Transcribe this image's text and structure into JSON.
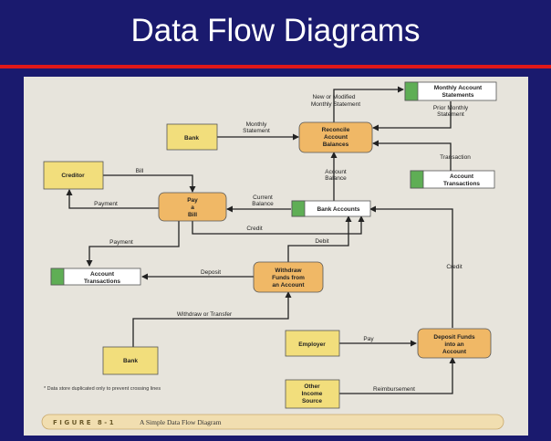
{
  "title": "Data Flow Diagrams",
  "nodes": {
    "bank_top": "Bank",
    "creditor": "Creditor",
    "bank_bottom": "Bank",
    "employer": "Employer",
    "other_income": [
      "Other",
      "Income",
      "Source"
    ],
    "reconcile": [
      "Reconcile",
      "Account",
      "Balances"
    ],
    "pay_bill": [
      "Pay",
      "a",
      "Bill"
    ],
    "withdraw": [
      "Withdraw",
      "Funds from",
      "an Account"
    ],
    "deposit": [
      "Deposit Funds",
      "into an",
      "Account"
    ],
    "monthly_statements": [
      "Monthly Account",
      "Statements"
    ],
    "account_transactions_right": [
      "Account",
      "Transactions"
    ],
    "bank_accounts": "Bank Accounts",
    "account_transactions_left": [
      "Account",
      "Transactions"
    ]
  },
  "flows": {
    "new_or_modified": [
      "New or Modified",
      "Monthly Statement"
    ],
    "prior_monthly": [
      "Prior Monthly",
      "Statement"
    ],
    "monthly_statement": [
      "Monthly",
      "Statement"
    ],
    "transaction": "Transaction",
    "account_balance": [
      "Account",
      "Balance"
    ],
    "bill": "Bill",
    "payment_top": "Payment",
    "current_balance": [
      "Current",
      "Balance"
    ],
    "credit_mid": "Credit",
    "payment_left": "Payment",
    "debit": "Debit",
    "deposit": "Deposit",
    "credit_right": "Credit",
    "withdraw_or_transfer": "Withdraw or Transfer",
    "pay": "Pay",
    "reimbursement": "Reimbursement"
  },
  "note": "* Data store duplicated only to prevent crossing lines",
  "figure": {
    "label": "FIGURE 8-1",
    "caption": "A Simple Data Flow Diagram"
  },
  "colors": {
    "slide_bg": "#1a1a6e",
    "title": "#ffffff",
    "rule": "#e01818",
    "entity": "#f2de7c",
    "process": "#f0b866",
    "store_tab": "#5fae55"
  }
}
